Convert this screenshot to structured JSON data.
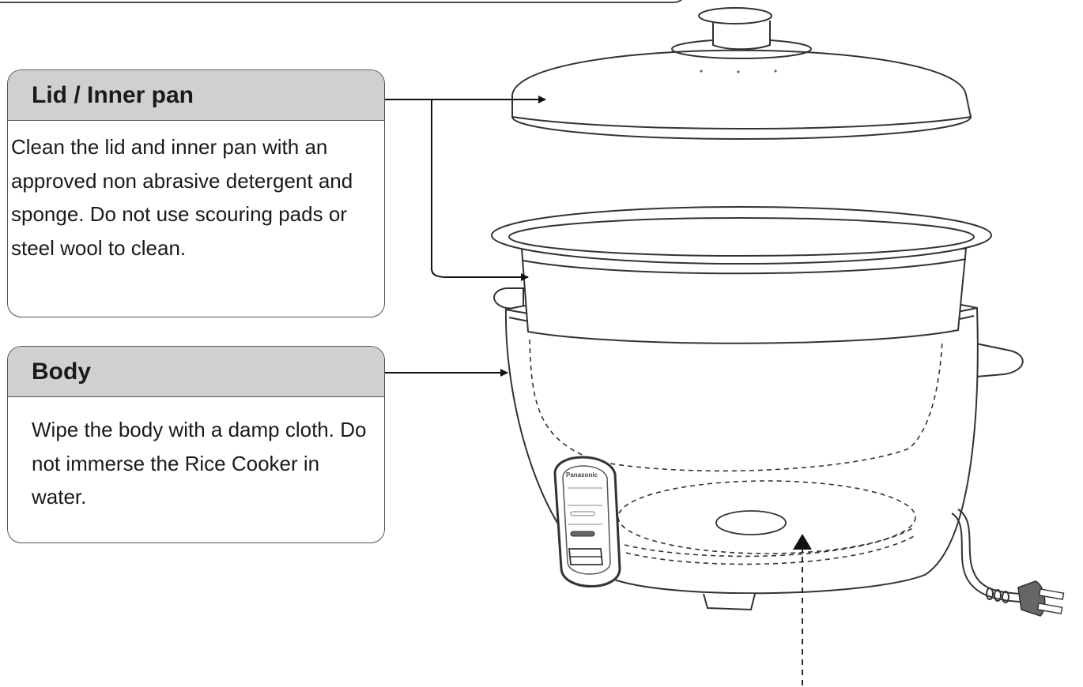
{
  "callouts": {
    "lid_inner_pan": {
      "title": "Lid / Inner pan",
      "text": "Clean the lid and inner pan with an approved non abrasive detergent and sponge. Do not use scouring pads or steel wool to clean."
    },
    "body": {
      "title": "Body",
      "text": "Wipe the body with a damp cloth. Do not immerse the Rice Cooker in water."
    }
  },
  "panel": {
    "brand": "Panasonic"
  },
  "colors": {
    "header_fill": "#d0d0d0",
    "outline": "#555555",
    "line_art": "#333333"
  }
}
